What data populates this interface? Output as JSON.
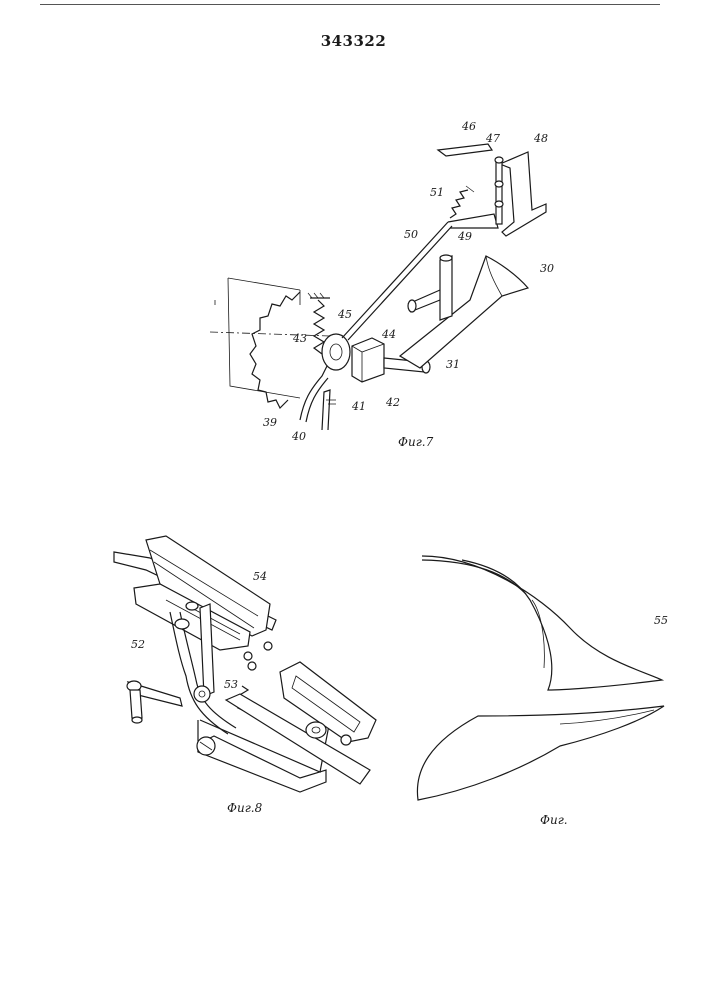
{
  "document": {
    "number": "343322"
  },
  "figures": [
    {
      "caption": "Фиг.7",
      "labels": [
        "46",
        "47",
        "48",
        "51",
        "49",
        "50",
        "30",
        "31",
        "45",
        "44",
        "43",
        "41",
        "42",
        "39",
        "40"
      ]
    },
    {
      "caption": "Фиг.8",
      "labels": [
        "54",
        "52",
        "53"
      ]
    },
    {
      "caption": "Фиг.",
      "labels": [
        "55"
      ]
    }
  ]
}
